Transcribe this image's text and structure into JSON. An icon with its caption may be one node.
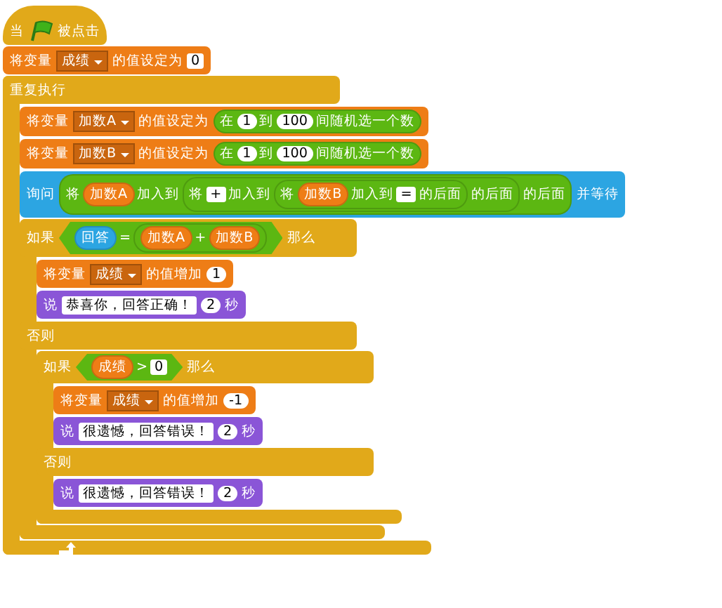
{
  "diagram": {
    "nodes": [
      {
        "text": [
          "当",
          "被点击"
        ]
      },
      {
        "text": [
          "将变量",
          "成绩",
          "的值设定为",
          "0"
        ]
      },
      {
        "text": [
          "重复执行"
        ]
      },
      {
        "text": [
          "将变量",
          "加数A",
          "的值设定为"
        ],
        "in": 2
      },
      {
        "text": [
          "在",
          "1",
          "到",
          "100",
          "间随机选一个数"
        ],
        "in": 3
      },
      {
        "text": [
          "将变量",
          "加数B",
          "的值设定为"
        ],
        "in": 2
      },
      {
        "text": [
          "在",
          "1",
          "到",
          "100",
          "间随机选一个数"
        ],
        "in": 5
      },
      {
        "text": [
          "询问",
          "并等待"
        ],
        "in": 2
      },
      {
        "text": [
          "将",
          "加入到",
          "的后面"
        ],
        "in": 7
      },
      {
        "text": [
          "加数A"
        ],
        "in": 8
      },
      {
        "text": [
          "将",
          "+",
          "加入到",
          "的后面"
        ],
        "in": 8
      },
      {
        "text": [
          "将",
          "加入到",
          "=",
          "的后面"
        ],
        "in": 10
      },
      {
        "text": [
          "加数B"
        ],
        "in": 11
      },
      {
        "text": [
          "如果",
          "那么",
          "否则"
        ],
        "in": 2
      },
      {
        "text": [
          "="
        ],
        "in": 13
      },
      {
        "text": [
          "回答"
        ],
        "in": 14
      },
      {
        "text": [
          "+"
        ],
        "in": 14
      },
      {
        "text": [
          "加数A"
        ],
        "in": 16
      },
      {
        "text": [
          "加数B"
        ],
        "in": 16
      },
      {
        "text": [
          "将变量",
          "成绩",
          "的值增加",
          "1"
        ],
        "in": 13
      },
      {
        "text": [
          "说",
          "恭喜你，回答正确！",
          "2",
          "秒"
        ],
        "in": 13
      },
      {
        "text": [
          "如果",
          "那么",
          "否则"
        ],
        "in": 13
      },
      {
        "text": [
          ">",
          "0"
        ],
        "in": 21
      },
      {
        "text": [
          "成绩"
        ],
        "in": 22
      },
      {
        "text": [
          "将变量",
          "成绩",
          "的值增加",
          "-1"
        ],
        "in": 21
      },
      {
        "text": [
          "说",
          "很遗憾，回答错误！",
          "2",
          "秒"
        ],
        "in": 21
      },
      {
        "text": [
          "说",
          "很遗憾，回答错误！",
          "2",
          "秒"
        ],
        "in": 21
      }
    ],
    "edges": []
  }
}
